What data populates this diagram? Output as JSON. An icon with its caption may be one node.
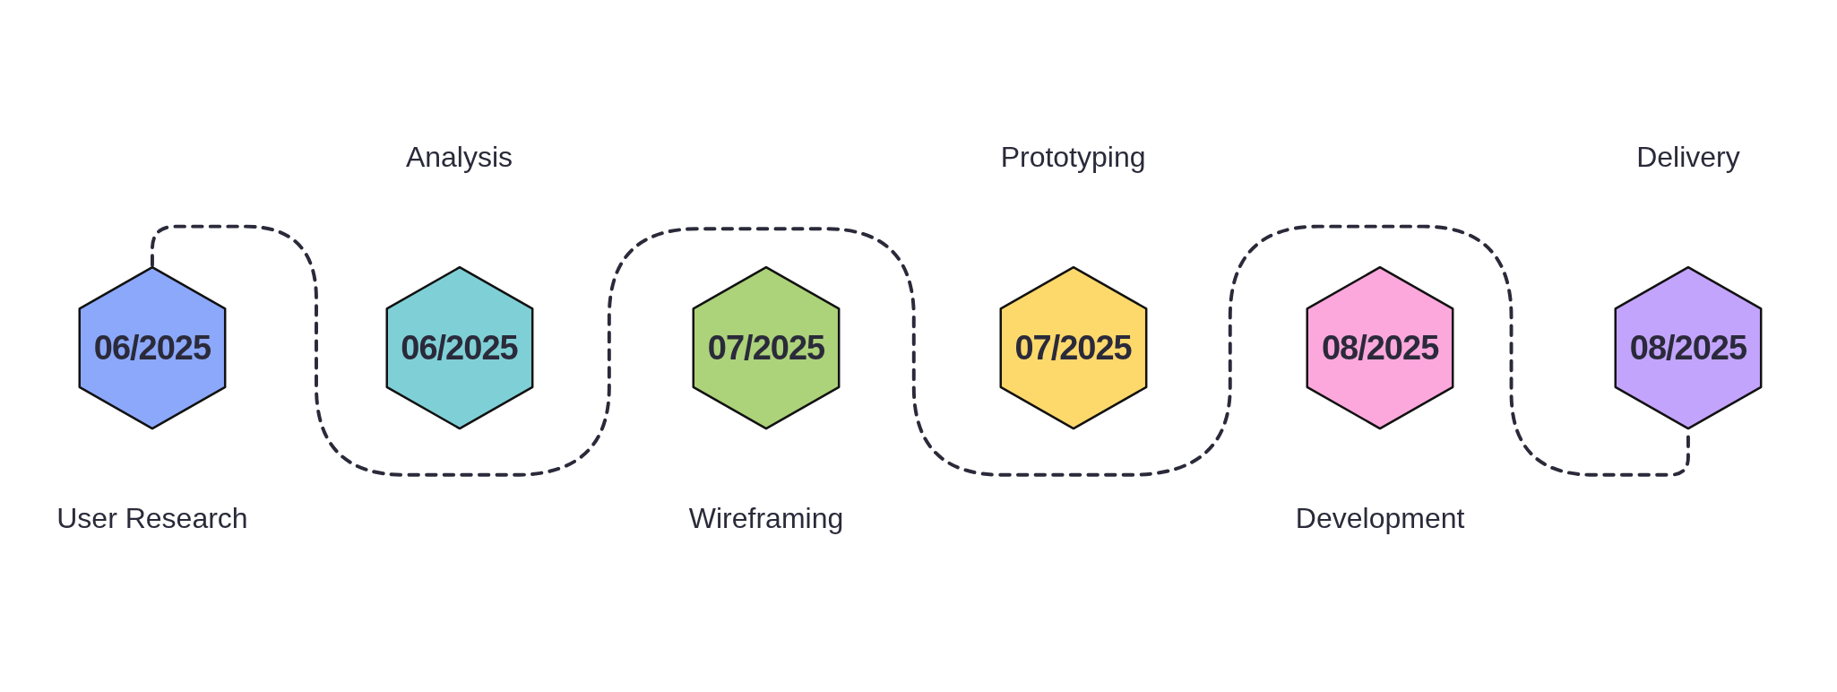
{
  "diagram": {
    "nodes": [
      {
        "text": [
          "06/2025"
        ],
        "beside": [
          "User Research"
        ]
      },
      {
        "text": [
          "06/2025"
        ],
        "beside": [
          "Analysis"
        ]
      },
      {
        "text": [
          "07/2025"
        ],
        "beside": [
          "Wireframing"
        ]
      },
      {
        "text": [
          "07/2025"
        ],
        "beside": [
          "Prototyping"
        ]
      },
      {
        "text": [
          "08/2025"
        ],
        "beside": [
          "Development"
        ]
      },
      {
        "text": [
          "08/2025"
        ],
        "beside": [
          "Delivery"
        ]
      }
    ],
    "edges": [
      {
        "from": 0,
        "to": 5,
        "arrow": "none",
        "style": "dashed"
      }
    ]
  }
}
